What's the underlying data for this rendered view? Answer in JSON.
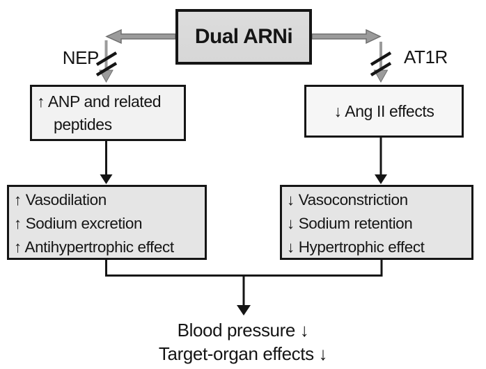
{
  "palette": {
    "ink": "#151515",
    "box_border": "#151515",
    "top_box_fill": "#d7d7d7",
    "mediator_left_fill": "#f2f2f2",
    "mediator_right_fill": "#f6f6f6",
    "effects_fill": "#e5e5e5",
    "gray_arrow": "#9b9b9b",
    "gray_arrow_edge": "#6e6e6e"
  },
  "top_box": {
    "label": "Dual ARNi"
  },
  "left_pathway": {
    "target_label": "NEP",
    "mediator_lines": [
      "↑ ANP and related",
      "peptides"
    ],
    "effects": [
      "↑ Vasodilation",
      "↑ Sodium excretion",
      "↑ Antihypertrophic effect"
    ]
  },
  "right_pathway": {
    "target_label": "AT1R",
    "mediator_line": "↓ Ang II effects",
    "effects": [
      "↓ Vasoconstriction",
      "↓ Sodium retention",
      "↓ Hypertrophic effect"
    ]
  },
  "outcome": {
    "lines": [
      "Blood pressure ↓",
      "Target-organ effects ↓"
    ]
  }
}
